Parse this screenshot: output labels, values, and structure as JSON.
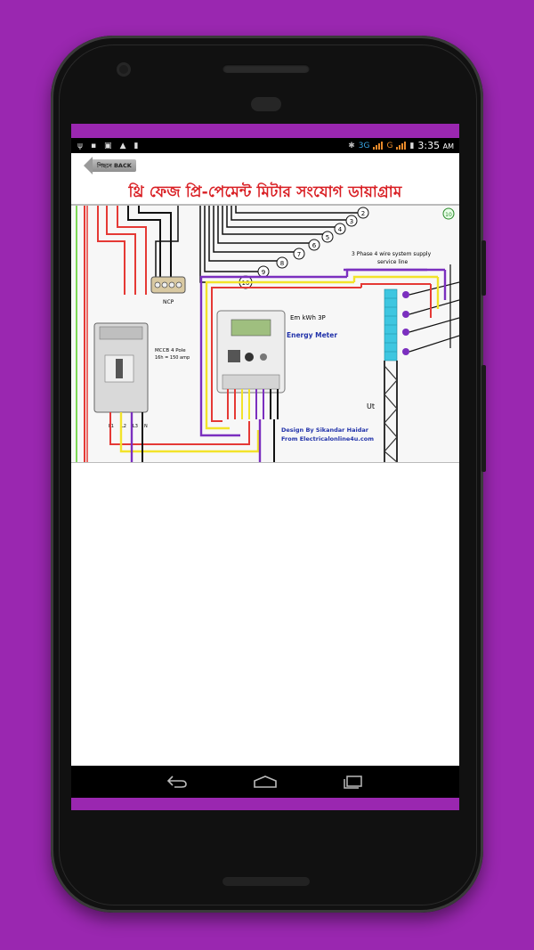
{
  "status_bar": {
    "network_type": "3G",
    "network_type_2": "G",
    "time": "3:35",
    "time_suffix": "AM"
  },
  "header": {
    "back_label": "পিছনে BACK",
    "title": "থ্রি ফেজ প্রি-পেমেন্ট মিটার সংযোগ ডায়াগ্রাম"
  },
  "diagram": {
    "supply_label_line1": "3 Phase 4 wire system supply",
    "supply_label_line2": "service line",
    "ncp_label": "NCP",
    "mccb_label_line1": "MCCB 4 Pole",
    "mccb_label_line2": "16h = 150 amp",
    "meter_model": "Em kWh 3P",
    "meter_name": "Energy Meter",
    "terminals": [
      "L1",
      "L2",
      "L3",
      "N"
    ],
    "ut_label": "Ut",
    "credit_line1": "Design By Sikandar Haidar",
    "credit_line2": "From Electricalonline4u.com",
    "numbered_circuits": [
      "2",
      "3",
      "4",
      "5",
      "6",
      "7",
      "8",
      "9",
      "10"
    ],
    "corner_badge": "10",
    "colors": {
      "red": "#e53935",
      "yellow": "#f2e32a",
      "purple": "#7b2fbf",
      "black": "#111111",
      "blue_text": "#2233aa",
      "cyan_bus": "#3ec6e0"
    }
  },
  "navigation": {
    "back_icon": "back-arrow-icon",
    "home_icon": "home-icon",
    "recents_icon": "recents-icon"
  }
}
